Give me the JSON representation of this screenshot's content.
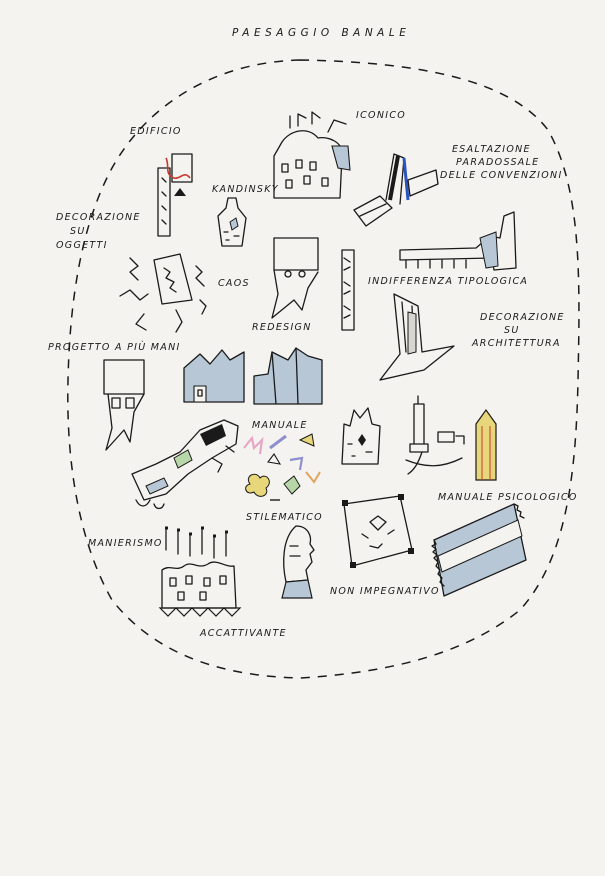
{
  "title": "PAESAGGIO BANALE",
  "labels": {
    "edificio": "EDIFICIO",
    "iconico": "ICONICO",
    "esaltazione_1": "ESALTAZIONE",
    "esaltazione_2": "PARADOSSALE",
    "esaltazione_3": "DELLE CONVENZIONI",
    "kandinsky": "KANDINSKY",
    "decorazione_oggetti_1": "DECORAZIONE",
    "decorazione_oggetti_2": "SU",
    "decorazione_oggetti_3": "OGGETTI",
    "caos": "CAOS",
    "indifferenza": "INDIFFERENZA TIPOLOGICA",
    "redesign": "REDESIGN",
    "decorazione_arch_1": "DECORAZIONE",
    "decorazione_arch_2": "SU",
    "decorazione_arch_3": "ARCHITETTURA",
    "progetto": "PROGETTO A PIÙ MANI",
    "manuale": "MANUALE",
    "manuale_psicologico": "MANUALE PSICOLOGICO",
    "stilematico": "STILEMATICO",
    "manierismo": "MANIERISMO",
    "non_impegnativo": "NON IMPEGNATIVO",
    "accattivante": "ACCATTIVANTE"
  },
  "icons": {
    "edificio": "tower-with-red-line-icon",
    "iconico": "iconic-building-icon",
    "esaltazione": "paradox-gate-icon",
    "kandinsky": "bottle-object-icon",
    "indifferenza": "long-slab-building-icon",
    "caos": "chaos-squiggles-icon",
    "redesign": "face-box-icon",
    "tall_post": "decorated-post-icon",
    "decorazione_arch": "folded-facade-icon",
    "progetto": "mask-box-icon",
    "skyline_a": "jagged-skyline-icon",
    "skyline_b": "peaked-skyline-icon",
    "manierismo_obj": "snake-building-icon",
    "manuale": "ornament-shapes-icon",
    "spiky_tower": "spiky-tower-icon",
    "tower_group": "tower-group-icon",
    "stilematico": "profile-head-icon",
    "non_impegnativo": "square-plan-icon",
    "manuale_psicologico": "wrapper-package-icon",
    "accattivante": "antenna-building-icon"
  },
  "colors": {
    "paper": "#f4f3f0",
    "ink": "#1a1a1a",
    "blue_wash": "#b7c7d6",
    "green_wash": "#b8d7a8",
    "red": "#c63a2c",
    "yellow": "#e8d77a",
    "pink": "#e7a7c4",
    "violet": "#8f8fd0",
    "orange": "#e0a45e"
  }
}
